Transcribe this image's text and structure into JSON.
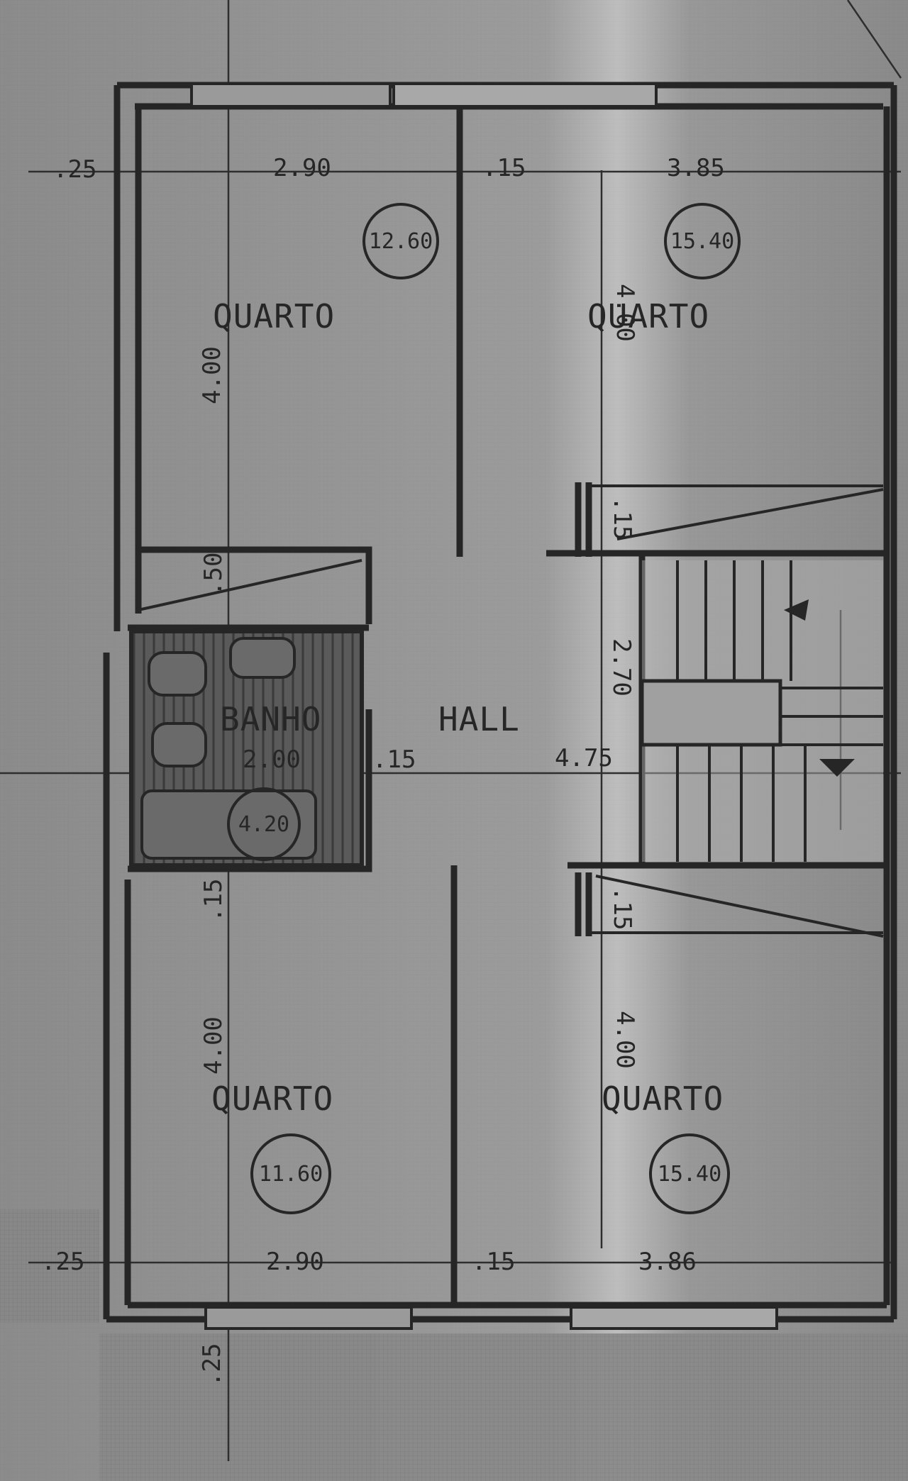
{
  "plan": {
    "rooms": [
      {
        "id": "quarto-top-left",
        "label": "QUARTO",
        "area": "12.60"
      },
      {
        "id": "quarto-top-right",
        "label": "QUARTO",
        "area": "15.40"
      },
      {
        "id": "banho",
        "label": "BANHO",
        "area": "4.20"
      },
      {
        "id": "hall",
        "label": "HALL"
      },
      {
        "id": "quarto-bottom-left",
        "label": "QUARTO",
        "area": "11.60"
      },
      {
        "id": "quarto-bottom-right",
        "label": "QUARTO",
        "area": "15.40"
      }
    ],
    "dimensions": {
      "top": [
        ".25",
        "2.90",
        ".15",
        "3.85"
      ],
      "bottom": [
        ".25",
        "2.90",
        ".15",
        "3.86"
      ],
      "left_top_height": "4.00",
      "right_top_height": "4.00",
      "closet_left": ".50",
      "closet_right_top": ".15",
      "closet_right_bottom": ".15",
      "bath_width": "2.00",
      "bath_wall": ".15",
      "left_mid": ".15",
      "left_bottom_height": "4.00",
      "right_bottom_height": "4.00",
      "stair_height": "2.70",
      "stair_width": "4.75",
      "bottom_left_vertical": ".25"
    }
  }
}
